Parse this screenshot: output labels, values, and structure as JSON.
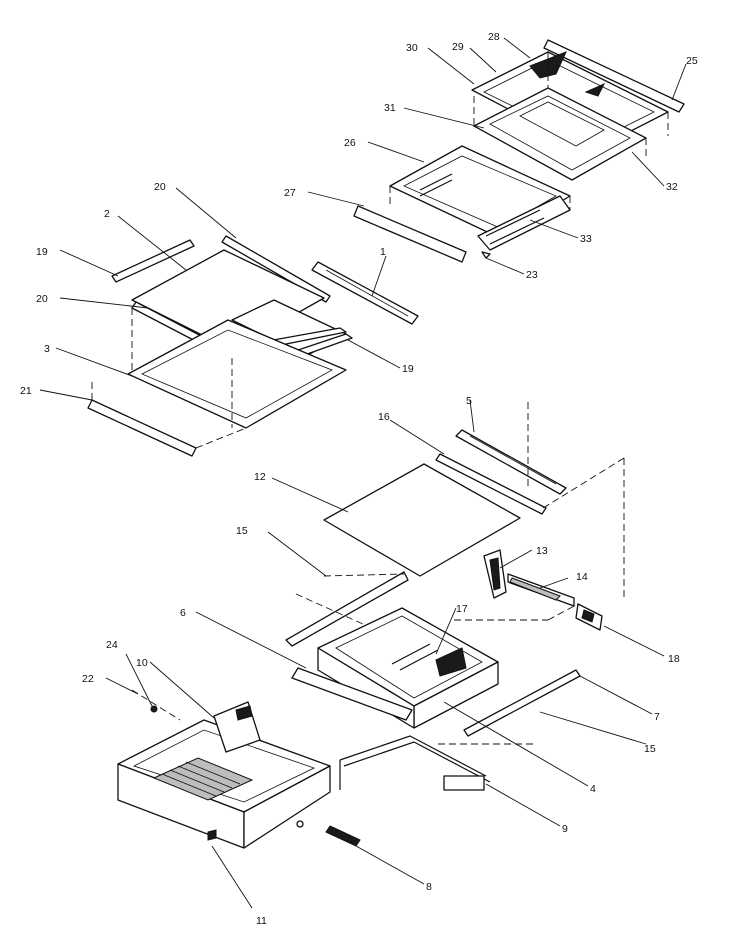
{
  "diagram": {
    "callouts": [
      "30",
      "29",
      "28",
      "25",
      "31",
      "26",
      "32",
      "27",
      "33",
      "23",
      "20",
      "2",
      "19",
      "1",
      "20",
      "19",
      "3",
      "21",
      "5",
      "16",
      "12",
      "15",
      "13",
      "14",
      "6",
      "17",
      "18",
      "24",
      "22",
      "10",
      "7",
      "15",
      "4",
      "9",
      "8",
      "11"
    ]
  }
}
